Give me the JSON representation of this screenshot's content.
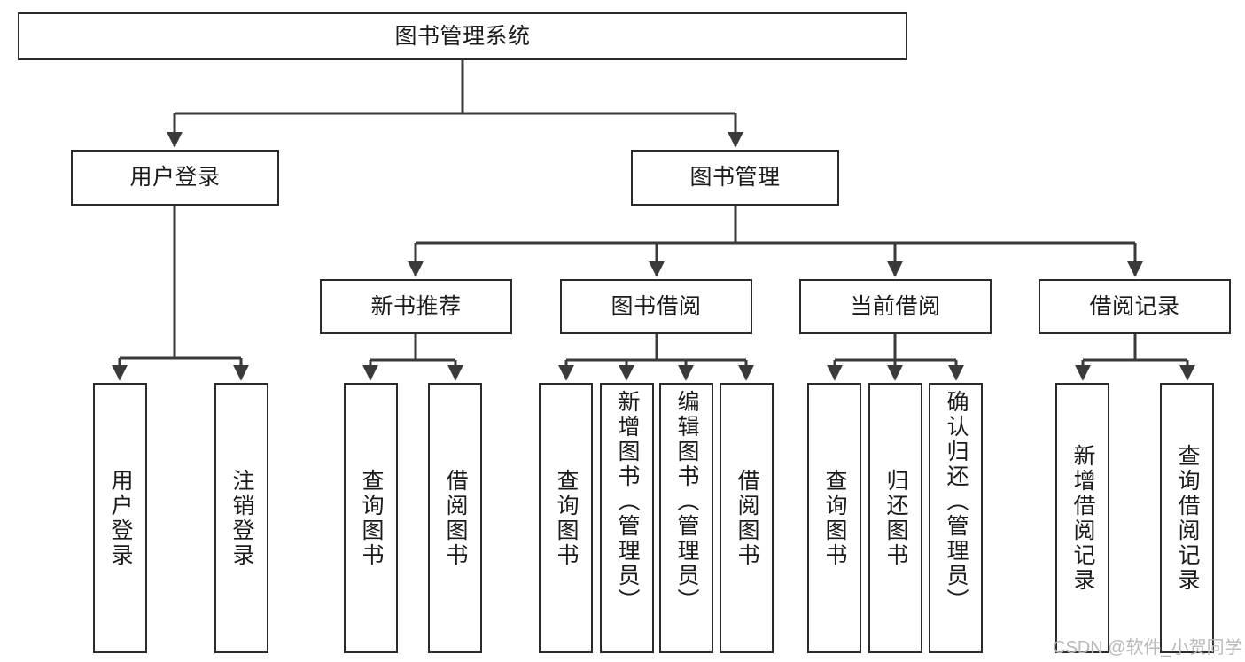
{
  "diagram": {
    "title": "图书管理系统",
    "type": "hierarchy-tree",
    "watermark": "CSDN @软件_小贺同学",
    "colors": {
      "box_border": "#2b2b2b",
      "box_fill": "#ffffff",
      "edge": "#3a3a3a",
      "text": "#1b1b1b",
      "watermark": "#b9b9b9",
      "background": "#ffffff"
    }
  },
  "nodes": {
    "root": {
      "label": "图书管理系统"
    },
    "level2": [
      {
        "id": "user-login",
        "label": "用户登录"
      },
      {
        "id": "book-management",
        "label": "图书管理"
      }
    ],
    "level3": [
      {
        "id": "new-book-recommend",
        "label": "新书推荐"
      },
      {
        "id": "book-borrow",
        "label": "图书借阅"
      },
      {
        "id": "current-borrow",
        "label": "当前借阅"
      },
      {
        "id": "borrow-record",
        "label": "借阅记录"
      }
    ],
    "leaves": [
      {
        "id": "leaf-user-login",
        "label": "用户登录",
        "parent": "user-login"
      },
      {
        "id": "leaf-logout-login",
        "label": "注销登录",
        "parent": "user-login"
      },
      {
        "id": "leaf-query-book-1",
        "label": "查询图书",
        "parent": "new-book-recommend"
      },
      {
        "id": "leaf-borrow-book-1",
        "label": "借阅图书",
        "parent": "new-book-recommend"
      },
      {
        "id": "leaf-query-book-2",
        "label": "查询图书",
        "parent": "book-borrow"
      },
      {
        "id": "leaf-add-book",
        "label": "新增图书（管理员）",
        "parent": "book-borrow"
      },
      {
        "id": "leaf-edit-book",
        "label": "编辑图书（管理员）",
        "parent": "book-borrow"
      },
      {
        "id": "leaf-borrow-book-2",
        "label": "借阅图书",
        "parent": "book-borrow"
      },
      {
        "id": "leaf-query-book-3",
        "label": "查询图书",
        "parent": "current-borrow"
      },
      {
        "id": "leaf-return-book",
        "label": "归还图书",
        "parent": "current-borrow"
      },
      {
        "id": "leaf-confirm-return",
        "label": "确认归还（管理员）",
        "parent": "current-borrow"
      },
      {
        "id": "leaf-add-borrow-record",
        "label": "新增借阅记录",
        "parent": "borrow-record"
      },
      {
        "id": "leaf-query-borrow-record",
        "label": "查询借阅记录",
        "parent": "borrow-record"
      }
    ]
  }
}
